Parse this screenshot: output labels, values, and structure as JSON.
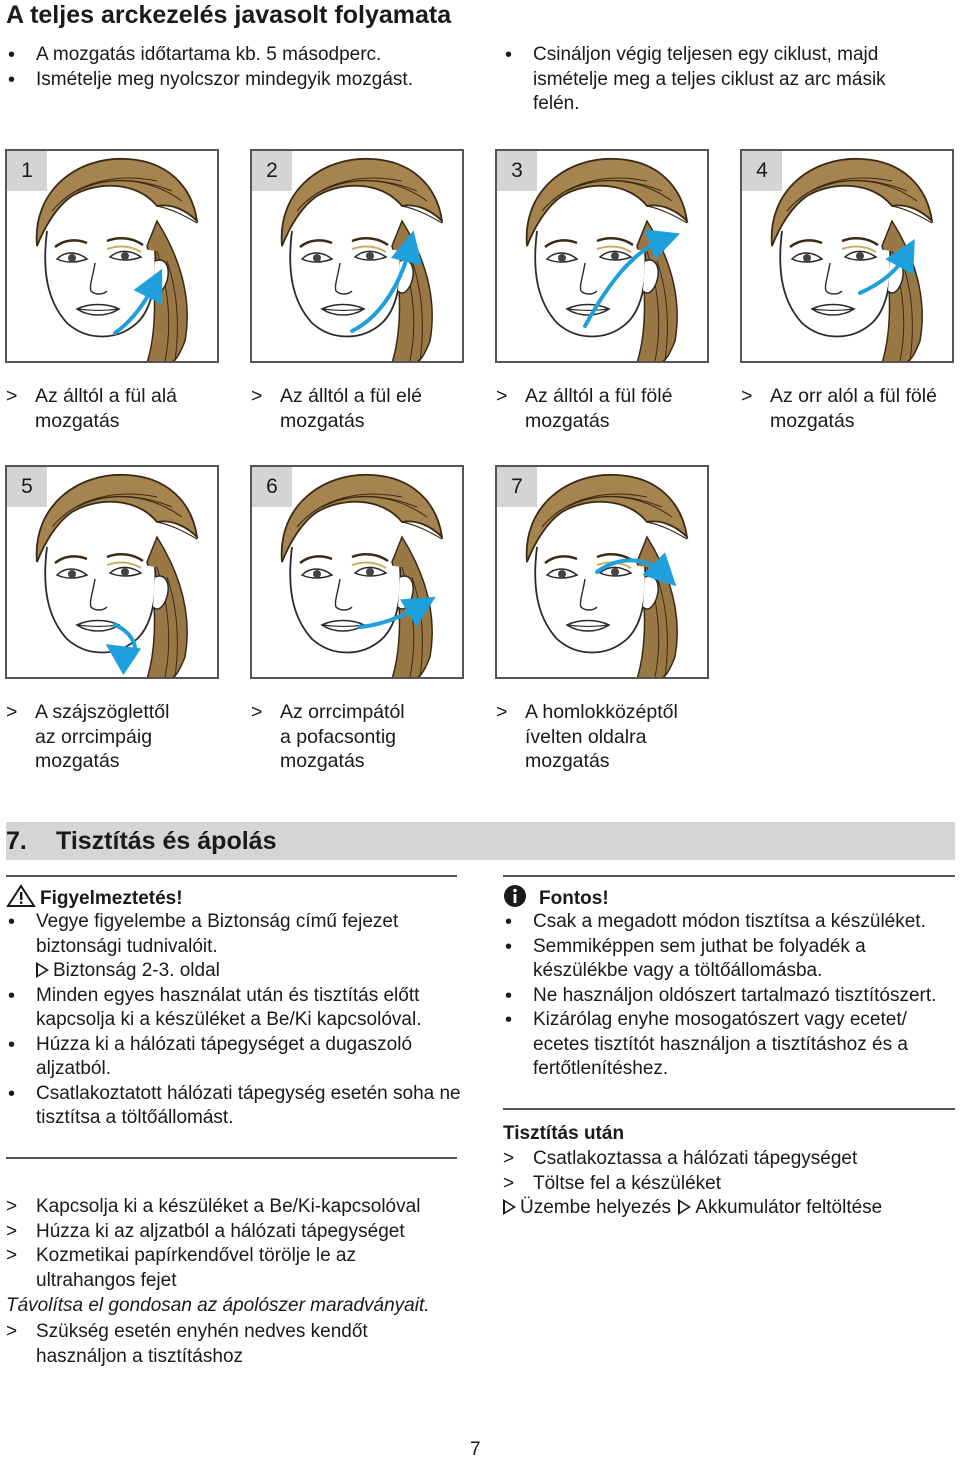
{
  "title": "A teljes arckezelés javasolt folyamata",
  "intro_left": [
    "A mozgatás időtartama kb. 5 másodperc.",
    "Ismételje meg nyolcszor mindegyik mozgást."
  ],
  "intro_right": [
    "Csináljon végig teljesen egy ciklust, majd ismételje meg a teljes ciklust az arc másik felén."
  ],
  "steps": [
    {
      "num": "1",
      "caption": "Az álltól a fül alá mozgatás"
    },
    {
      "num": "2",
      "caption": "Az álltól a fül elé mozgatás"
    },
    {
      "num": "3",
      "caption": "Az álltól a fül fölé mozgatás"
    },
    {
      "num": "4",
      "caption": "Az orr alól a fül fölé mozgatás"
    },
    {
      "num": "5",
      "caption": "A szájszöglettől az orrcimpáig mozgatás"
    },
    {
      "num": "6",
      "caption": "Az orrcimpától a pofacsontig mozgatás"
    },
    {
      "num": "7",
      "caption": "A homlokközéptől ívelten oldalra mozgatás"
    }
  ],
  "section": {
    "number": "7.",
    "title": "Tisztítás és ápolás"
  },
  "warning": {
    "heading": "Figyelmeztetés!",
    "item1": "Vegye figyelembe a Biztonság című fejezet biztonsági tudnivalóit.",
    "item1_ref": "Biztonság 2-3. oldal",
    "items": [
      "Minden egyes használat után és tisztítás előtt kapcsolja ki a készüléket a Be/Ki kapcsolóval.",
      "Húzza ki a hálózati tápegységet a dugaszoló aljzatból.",
      "Csatlakoztatott hálózati tápegység esetén soha ne tisztítsa a töltőállomást."
    ]
  },
  "cleaning_steps": [
    "Kapcsolja ki a készüléket a Be/Ki-kapcsolóval",
    "Húzza ki az aljzatból a hálózati tápegységet",
    "Kozmetikai papírkendővel törölje le az ultrahangos fejet"
  ],
  "cleaning_note": "Távolítsa el gondosan az ápolószer maradványait.",
  "cleaning_last": "Szükség esetén enyhén nedves kendőt használjon a tisztításhoz",
  "important": {
    "heading": "Fontos!",
    "items": [
      "Csak a megadott módon tisztítsa a készüléket.",
      "Semmiképpen sem juthat be folyadék a készülékbe vagy a töltőállomásba.",
      "Ne használjon oldószert tartalmazó tisztítószert.",
      "Kizárólag enyhe mosogatószert vagy ecetet/ ecetes tisztítót használjon a tisztításhoz és a fertőtlenítéshez."
    ]
  },
  "after": {
    "heading": "Tisztítás után",
    "steps": [
      "Csatlakoztassa a hálózati tápegységet",
      "Töltse fel a készüléket"
    ],
    "ref1": "Üzembe helyezés",
    "ref2": "Akkumulátor feltöltése"
  },
  "page_number": "7",
  "colors": {
    "arrow": "#1ea0dc",
    "hair": "#8b6a3a",
    "panel_border": "#555555",
    "number_box": "#d4d4d4",
    "section_bar": "#d5d5d5"
  }
}
